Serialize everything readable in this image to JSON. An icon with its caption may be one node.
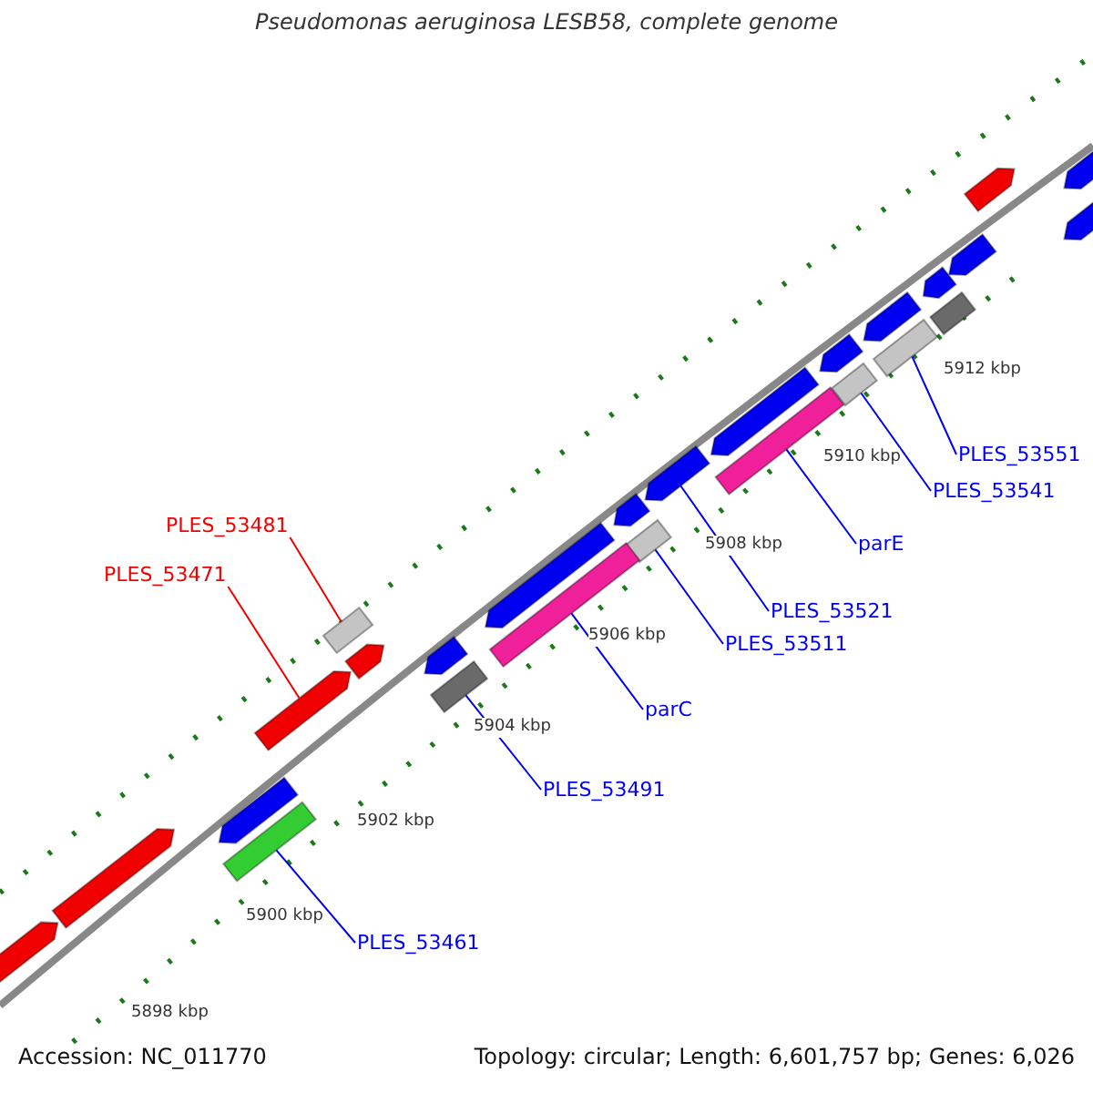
{
  "diagram": {
    "title": "Pseudomonas aeruginosa LESB58, complete genome",
    "nodes": [
      {
        "text": [
          "PLES_53551"
        ]
      },
      {
        "text": [
          "PLES_53541"
        ]
      },
      {
        "text": [
          "PLES_53481"
        ]
      },
      {
        "text": [
          "parE"
        ]
      },
      {
        "text": [
          "PLES_53471"
        ]
      },
      {
        "text": [
          "PLES_53521"
        ]
      },
      {
        "text": [
          "PLES_53511"
        ]
      },
      {
        "text": [
          "parC"
        ]
      },
      {
        "text": [
          "PLES_53491"
        ]
      },
      {
        "text": [
          "PLES_53461"
        ]
      },
      {
        "text": [],
        "shape": "bar"
      },
      {
        "text": [],
        "shape": "bar"
      },
      {
        "text": [],
        "shape": "bar"
      },
      {
        "text": [],
        "shape": "bar"
      },
      {
        "text": [],
        "shape": "bar"
      },
      {
        "text": [],
        "shape": "bar"
      },
      {
        "text": [],
        "shape": "bar"
      },
      {
        "text": [],
        "shape": "bar"
      },
      {
        "text": [],
        "shape": "bar"
      },
      {
        "text": [],
        "shape": "bar"
      }
    ],
    "edges": [
      {
        "from": 0,
        "to": 10,
        "arrow": "none"
      },
      {
        "from": 1,
        "to": 11,
        "arrow": "none"
      },
      {
        "from": 2,
        "to": 12,
        "arrow": "none",
        "color": "#f00000"
      },
      {
        "from": 3,
        "to": 13,
        "arrow": "none"
      },
      {
        "from": 4,
        "to": 14,
        "arrow": "none",
        "color": "#f00000"
      },
      {
        "from": 5,
        "to": 15,
        "arrow": "none"
      },
      {
        "from": 6,
        "to": 16,
        "arrow": "none"
      },
      {
        "from": 7,
        "to": 17,
        "arrow": "none"
      },
      {
        "from": 8,
        "to": 18,
        "arrow": "none"
      },
      {
        "from": 9,
        "to": 19,
        "arrow": "none"
      }
    ],
    "labels": [
      "5912 kbp",
      "5910 kbp",
      "5908 kbp",
      "5906 kbp",
      "5904 kbp",
      "5902 kbp",
      "5900 kbp",
      "5898 kbp",
      "Accession: NC_011770",
      "Topology: circular; Length: 6,601,757 bp; Genes: 6,026"
    ]
  }
}
